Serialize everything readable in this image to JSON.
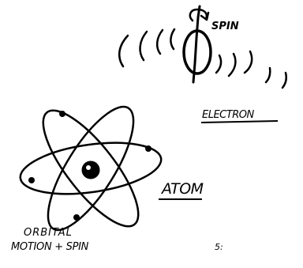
{
  "labels": {
    "spin": "SPIN",
    "electron": "ELECTRON",
    "atom": "ATOM",
    "orbital_line1": "ORBITAL",
    "orbital_line2": "MOTION + SPIN",
    "corner_mark": "5:"
  },
  "colors": {
    "ink": "#000000",
    "background": "#ffffff"
  },
  "icons": {
    "spin_arrow": "curved-arrow-icon",
    "electron": "electron-circle-icon",
    "atom": "atom-icon"
  }
}
